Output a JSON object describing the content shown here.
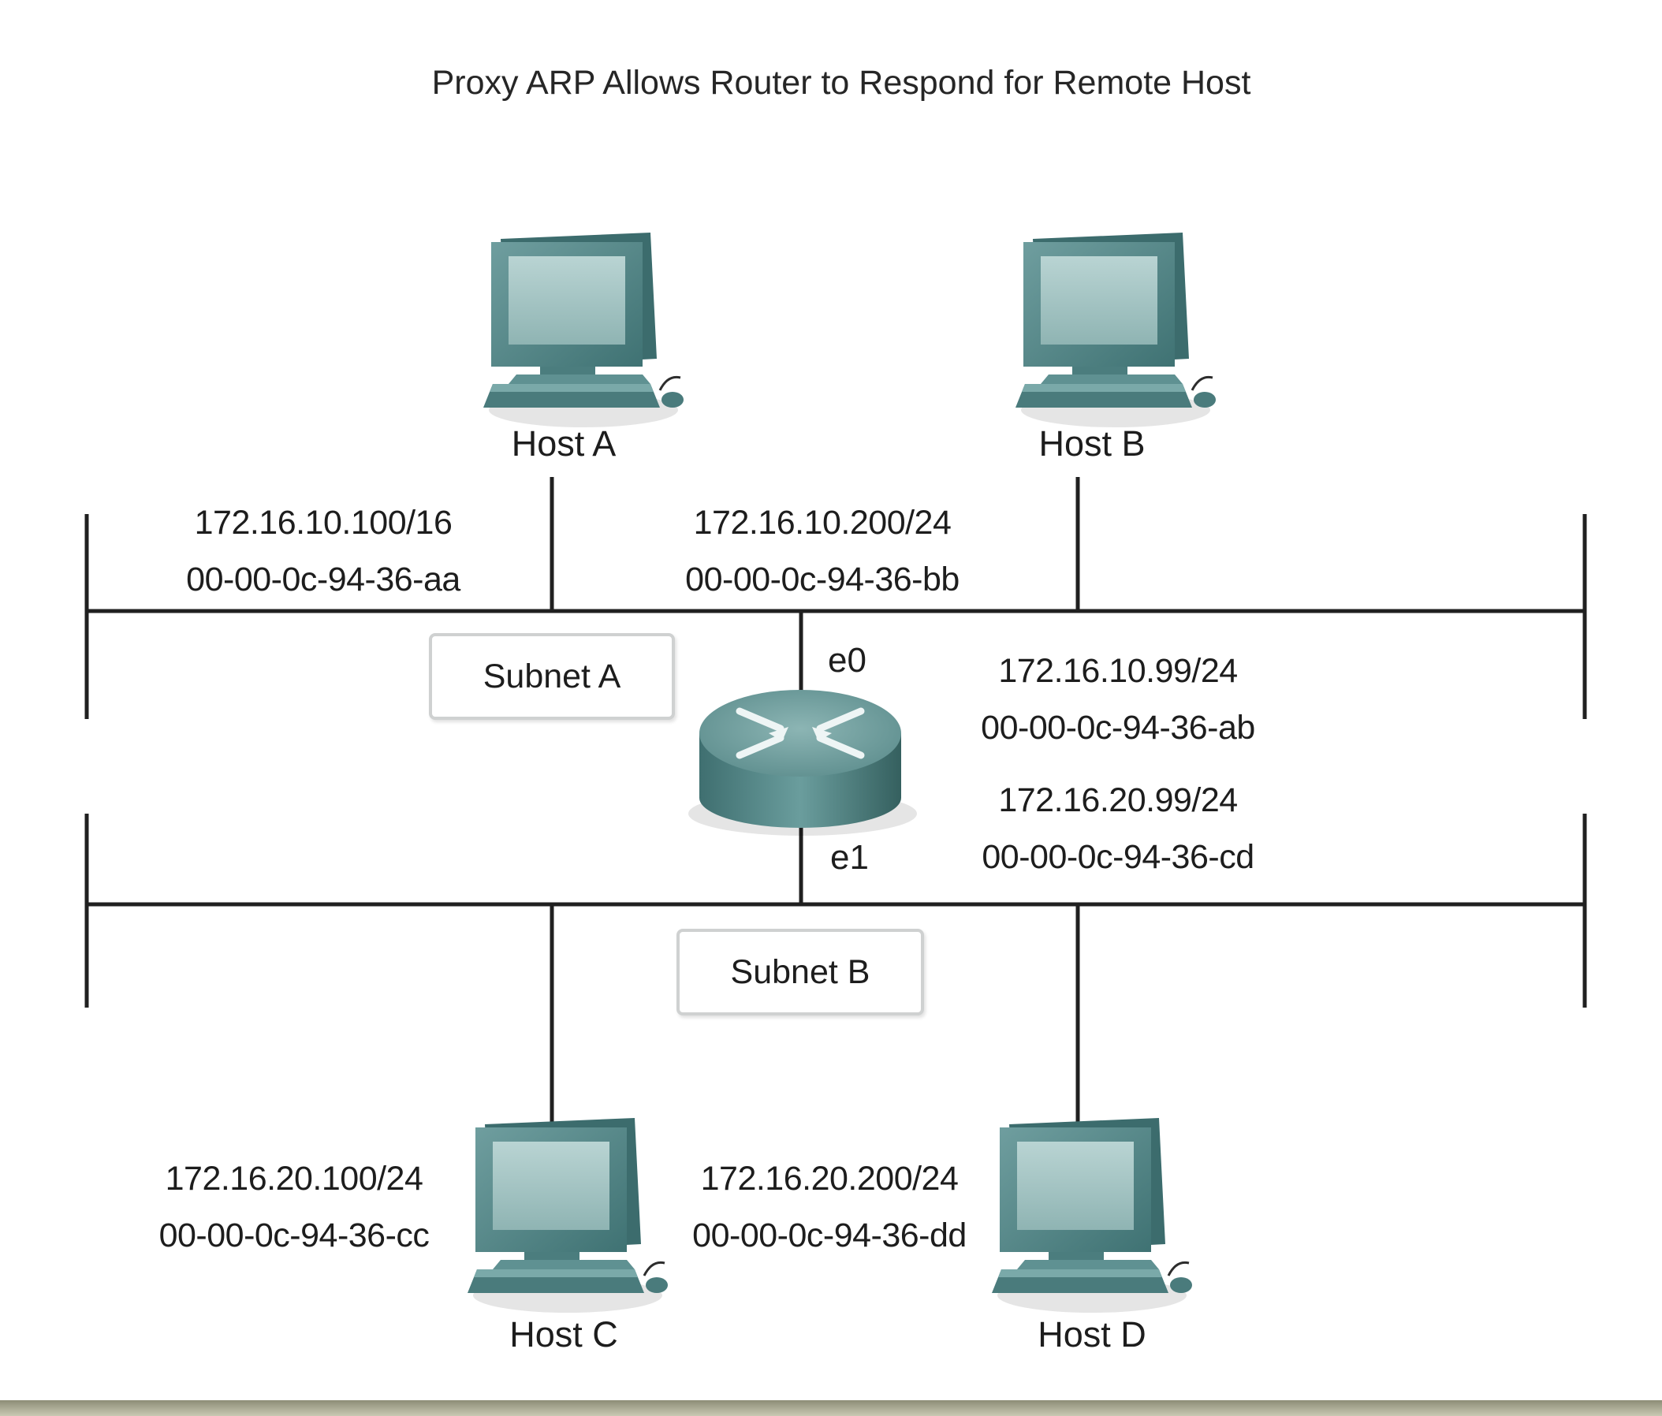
{
  "title": "Proxy ARP Allows Router to Respond for Remote Host",
  "hosts": {
    "a": {
      "label": "Host A",
      "ip": "172.16.10.100/16",
      "mac": "00-00-0c-94-36-aa"
    },
    "b": {
      "label": "Host B",
      "ip": "172.16.10.200/24",
      "mac": "00-00-0c-94-36-bb"
    },
    "c": {
      "label": "Host C",
      "ip": "172.16.20.100/24",
      "mac": "00-00-0c-94-36-cc"
    },
    "d": {
      "label": "Host D",
      "ip": "172.16.20.200/24",
      "mac": "00-00-0c-94-36-dd"
    }
  },
  "router": {
    "e0": {
      "label": "e0",
      "ip": "172.16.10.99/24",
      "mac": "00-00-0c-94-36-ab"
    },
    "e1": {
      "label": "e1",
      "ip": "172.16.20.99/24",
      "mac": "00-00-0c-94-36-cd"
    }
  },
  "subnets": {
    "a": "Subnet A",
    "b": "Subnet B"
  },
  "colors": {
    "device": "#4f8586",
    "device_light": "#a6c6c5",
    "line": "#202020"
  },
  "icons": {
    "host": "desktop-computer-icon",
    "router": "router-icon"
  }
}
